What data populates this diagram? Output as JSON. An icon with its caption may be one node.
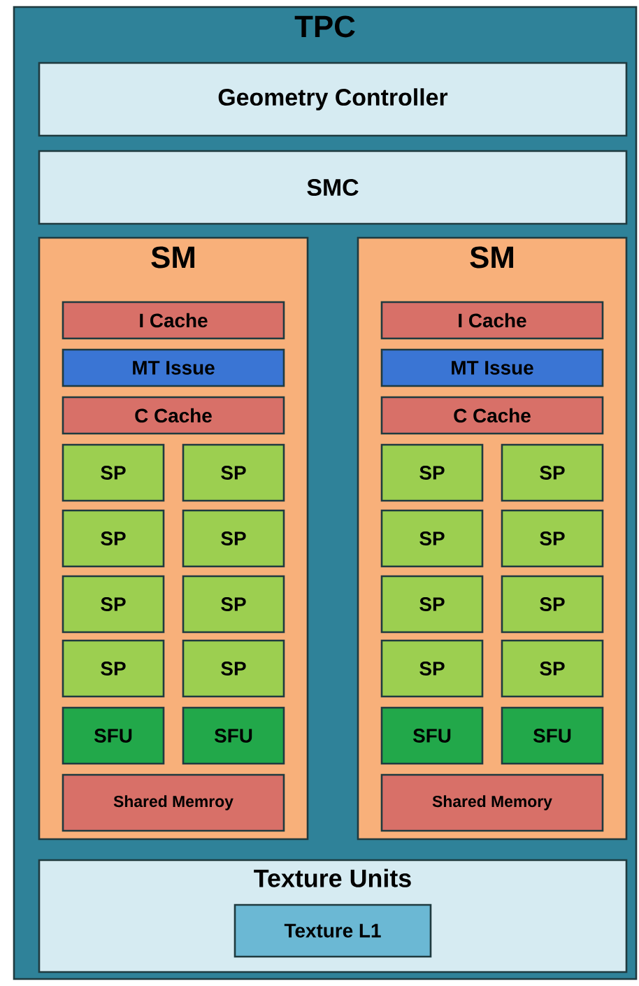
{
  "diagram": {
    "nodes": [
      {
        "text": [
          "TPC"
        ]
      },
      {
        "text": [
          "Geometry Controller"
        ],
        "in": 0
      },
      {
        "text": [
          "SMC"
        ],
        "in": 0
      },
      {
        "text": [
          "SM"
        ],
        "in": 0
      },
      {
        "text": [
          "I Cache"
        ],
        "in": 3
      },
      {
        "text": [
          "MT Issue"
        ],
        "in": 3
      },
      {
        "text": [
          "C Cache"
        ],
        "in": 3
      },
      {
        "text": [
          "SP"
        ],
        "in": 3
      },
      {
        "text": [
          "SP"
        ],
        "in": 3
      },
      {
        "text": [
          "SP"
        ],
        "in": 3
      },
      {
        "text": [
          "SP"
        ],
        "in": 3
      },
      {
        "text": [
          "SP"
        ],
        "in": 3
      },
      {
        "text": [
          "SP"
        ],
        "in": 3
      },
      {
        "text": [
          "SP"
        ],
        "in": 3
      },
      {
        "text": [
          "SP"
        ],
        "in": 3
      },
      {
        "text": [
          "SFU"
        ],
        "in": 3
      },
      {
        "text": [
          "SFU"
        ],
        "in": 3
      },
      {
        "text": [
          "Shared Memroy"
        ],
        "in": 3
      },
      {
        "text": [
          "SM"
        ],
        "in": 0
      },
      {
        "text": [
          "I Cache"
        ],
        "in": 18
      },
      {
        "text": [
          "MT Issue"
        ],
        "in": 18
      },
      {
        "text": [
          "C Cache"
        ],
        "in": 18
      },
      {
        "text": [
          "SP"
        ],
        "in": 18
      },
      {
        "text": [
          "SP"
        ],
        "in": 18
      },
      {
        "text": [
          "SP"
        ],
        "in": 18
      },
      {
        "text": [
          "SP"
        ],
        "in": 18
      },
      {
        "text": [
          "SP"
        ],
        "in": 18
      },
      {
        "text": [
          "SP"
        ],
        "in": 18
      },
      {
        "text": [
          "SP"
        ],
        "in": 18
      },
      {
        "text": [
          "SP"
        ],
        "in": 18
      },
      {
        "text": [
          "SFU"
        ],
        "in": 18
      },
      {
        "text": [
          "SFU"
        ],
        "in": 18
      },
      {
        "text": [
          "Shared Memory"
        ],
        "in": 18
      },
      {
        "text": [
          "Texture Units"
        ],
        "in": 0
      },
      {
        "text": [
          "Texture L1"
        ],
        "in": 33
      }
    ]
  }
}
